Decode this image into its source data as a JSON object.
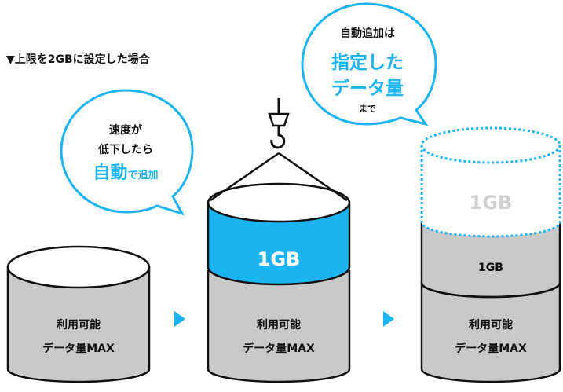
{
  "heading": "▼上限を2GBに設定した場合",
  "bubble_left": {
    "line1": "速度が",
    "line2": "低下したら",
    "accent": "自動",
    "rest": "で追加"
  },
  "bubble_right": {
    "line1": "自動追加は",
    "accent1": "指定した",
    "accent2": "データ量",
    "line4": "まで"
  },
  "cylinders": [
    {
      "line1": "利用可能",
      "line2": "データ量MAX"
    },
    {
      "line1": "利用可能",
      "line2": "データ量MAX",
      "added_label": "1GB",
      "plus": "+"
    },
    {
      "line1": "利用可能",
      "line2": "データ量MAX",
      "added_label": "1GB",
      "future_label": "1GB"
    }
  ],
  "colors": {
    "accent": "#1cb4f0",
    "cylinder": "#c9c9c9"
  }
}
